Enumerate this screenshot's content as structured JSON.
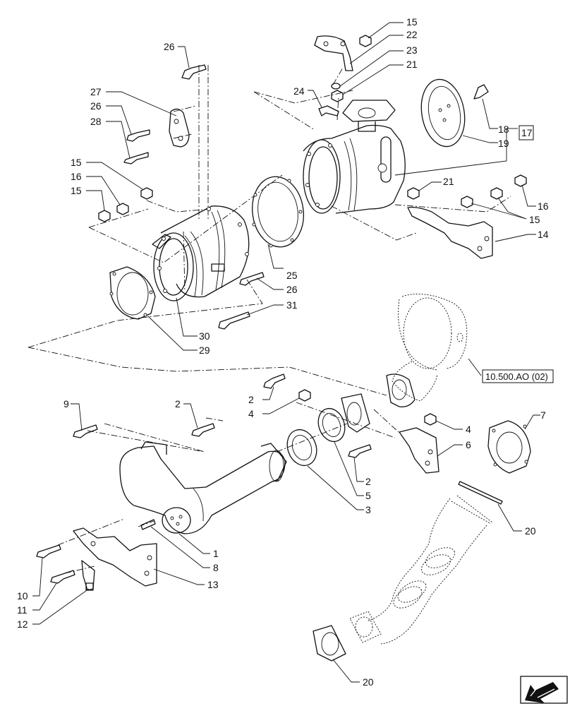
{
  "callouts": {
    "c1": "1",
    "c2a": "2",
    "c2b": "2",
    "c2c": "2",
    "c3": "3",
    "c4a": "4",
    "c4b": "4",
    "c5": "5",
    "c6": "6",
    "c7": "7",
    "c8": "8",
    "c9": "9",
    "c10": "10",
    "c11": "11",
    "c12": "12",
    "c13": "13",
    "c14": "14",
    "c15a": "15",
    "c15b": "15",
    "c15c": "15",
    "c15d": "15",
    "c16a": "16",
    "c16b": "16",
    "c17": "17",
    "c18": "18",
    "c19": "19",
    "c20a": "20",
    "c20b": "20",
    "c21a": "21",
    "c21b": "21",
    "c22": "22",
    "c23": "23",
    "c24": "24",
    "c25": "25",
    "c26a": "26",
    "c26b": "26",
    "c26c": "26",
    "c27": "27",
    "c28": "28",
    "c29": "29",
    "c30": "30",
    "c31": "31"
  },
  "reference": {
    "label": "10.500.AO (02)"
  },
  "nav_icon": "arrow-back-icon"
}
